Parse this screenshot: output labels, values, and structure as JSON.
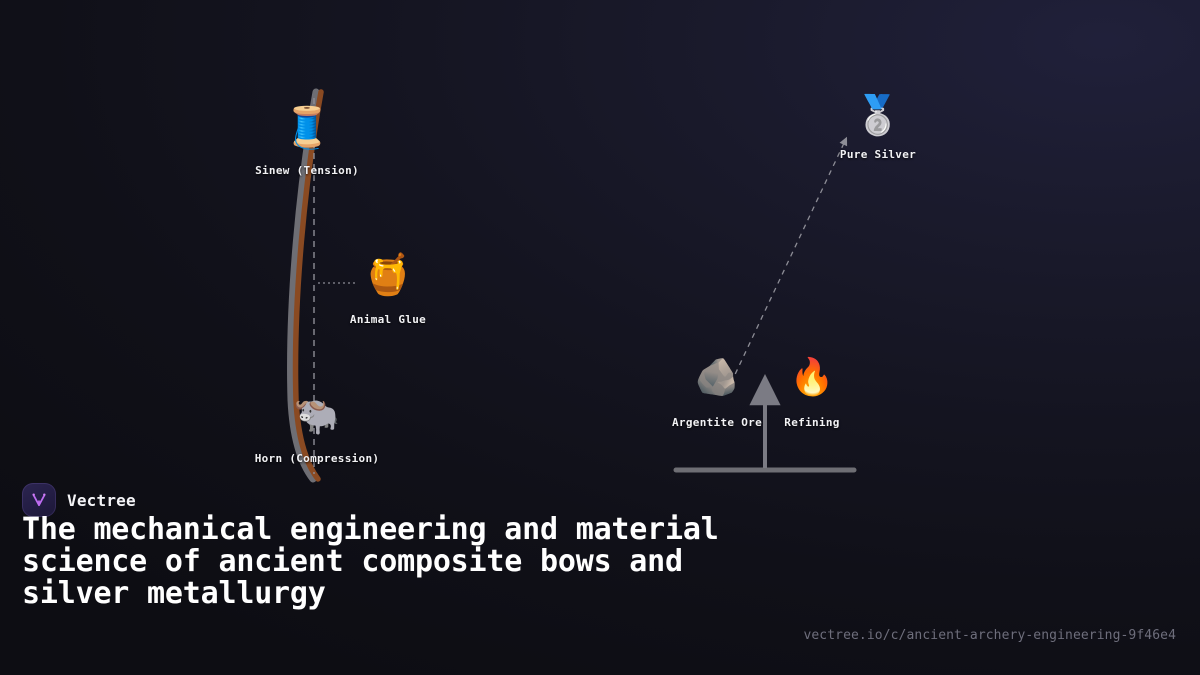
{
  "brand": {
    "name": "Vectree",
    "logo_icon": "vectree-logo-icon",
    "logo_bg": "#251f47",
    "logo_mark_color": "#c06cf0"
  },
  "headline": "The mechanical engineering and material science of ancient composite bows and silver metallurgy",
  "permalink": "vectree.io/c/ancient-archery-engineering-9f46e4",
  "canvas": {
    "background_dark": "#0e0e14",
    "background_navy": "#20203a"
  },
  "diagram": {
    "nodes": [
      {
        "id": "sinew",
        "label": "Sinew (Tension)",
        "icon": "thread-spool-icon",
        "glyph": "🧵"
      },
      {
        "id": "animal-glue",
        "label": "Animal Glue",
        "icon": "honey-pot-icon",
        "glyph": "🍯"
      },
      {
        "id": "horn",
        "label": "Horn (Compression)",
        "icon": "water-buffalo-icon",
        "glyph": "🐃"
      },
      {
        "id": "argentite-ore",
        "label": "Argentite Ore",
        "icon": "rock-icon",
        "glyph": "🪨"
      },
      {
        "id": "refining",
        "label": "Refining",
        "icon": "fire-icon",
        "glyph": "🔥"
      },
      {
        "id": "pure-silver",
        "label": "Pure Silver",
        "icon": "silver-medal-icon",
        "glyph": "🥈"
      }
    ],
    "strokes": {
      "bow_limb": "#8a4a22",
      "bow_back": "#6e6e74",
      "bowstring": "#8d8d96",
      "connector": "#8d8d96",
      "arrow": "#7b7b84",
      "baseline": "#6e6e74"
    }
  }
}
